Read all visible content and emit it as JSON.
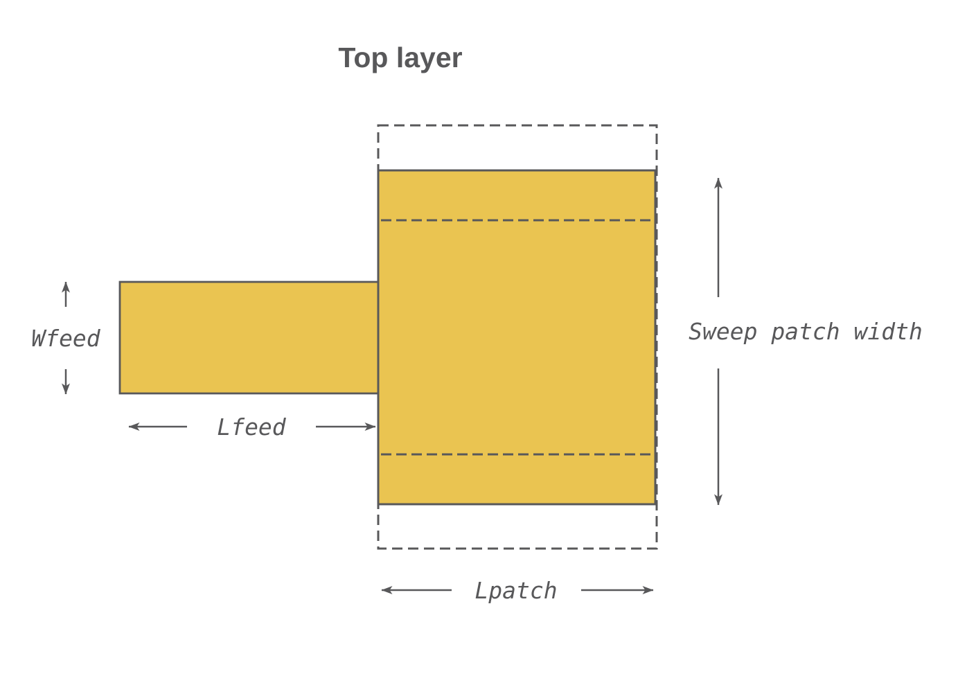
{
  "diagram": {
    "title": "Top layer",
    "labels": {
      "feed_width": "Wfeed",
      "feed_length": "Lfeed",
      "patch_length": "Lpatch",
      "patch_width_sweep": "Sweep patch width"
    },
    "colors": {
      "copper_fill": "#EAC451",
      "outline_gray": "#58585A",
      "background": "#FFFFFF"
    }
  }
}
